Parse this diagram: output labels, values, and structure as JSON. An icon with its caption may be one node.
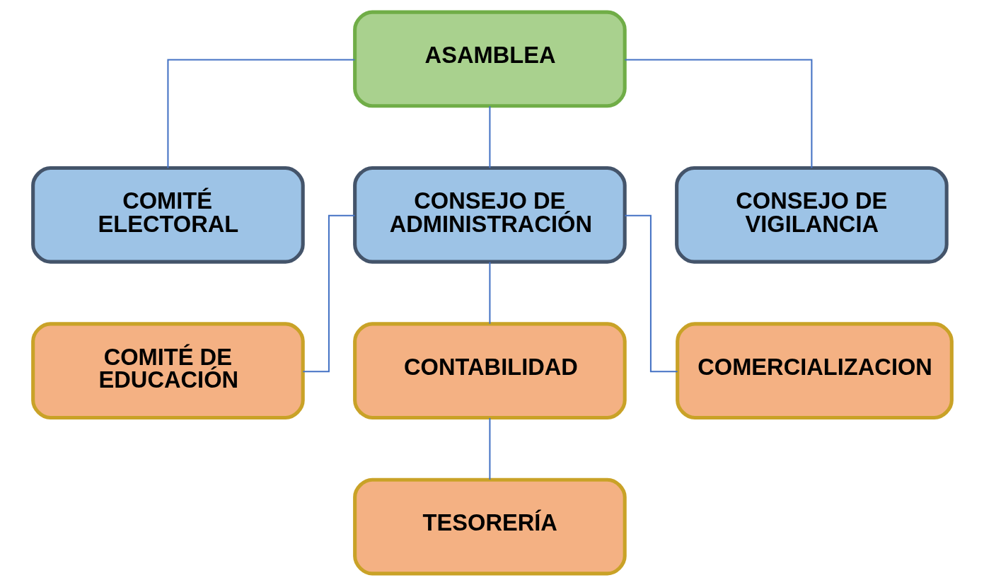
{
  "diagram": {
    "nodes": [
      {
        "text": [
          "ASAMBLEA"
        ]
      },
      {
        "text": [
          "COMITÉ ELECTORAL"
        ]
      },
      {
        "text": [
          "CONSEJO DE ADMINISTRACIÓN"
        ]
      },
      {
        "text": [
          "CONSEJO DE VIGILANCIA"
        ]
      },
      {
        "text": [
          "COMITÉ DE EDUCACIÓN"
        ]
      },
      {
        "text": [
          "CONTABILIDAD"
        ]
      },
      {
        "text": [
          "COMERCIALIZACION"
        ]
      },
      {
        "text": [
          "TESORERÍA"
        ]
      }
    ],
    "edges": [
      {
        "from": 0,
        "to": 1,
        "arrow": "none"
      },
      {
        "from": 0,
        "to": 2,
        "arrow": "none"
      },
      {
        "from": 0,
        "to": 3,
        "arrow": "none"
      },
      {
        "from": 2,
        "to": 4,
        "arrow": "none"
      },
      {
        "from": 2,
        "to": 5,
        "arrow": "none"
      },
      {
        "from": 2,
        "to": 6,
        "arrow": "none"
      },
      {
        "from": 5,
        "to": 7,
        "arrow": "none"
      }
    ]
  }
}
